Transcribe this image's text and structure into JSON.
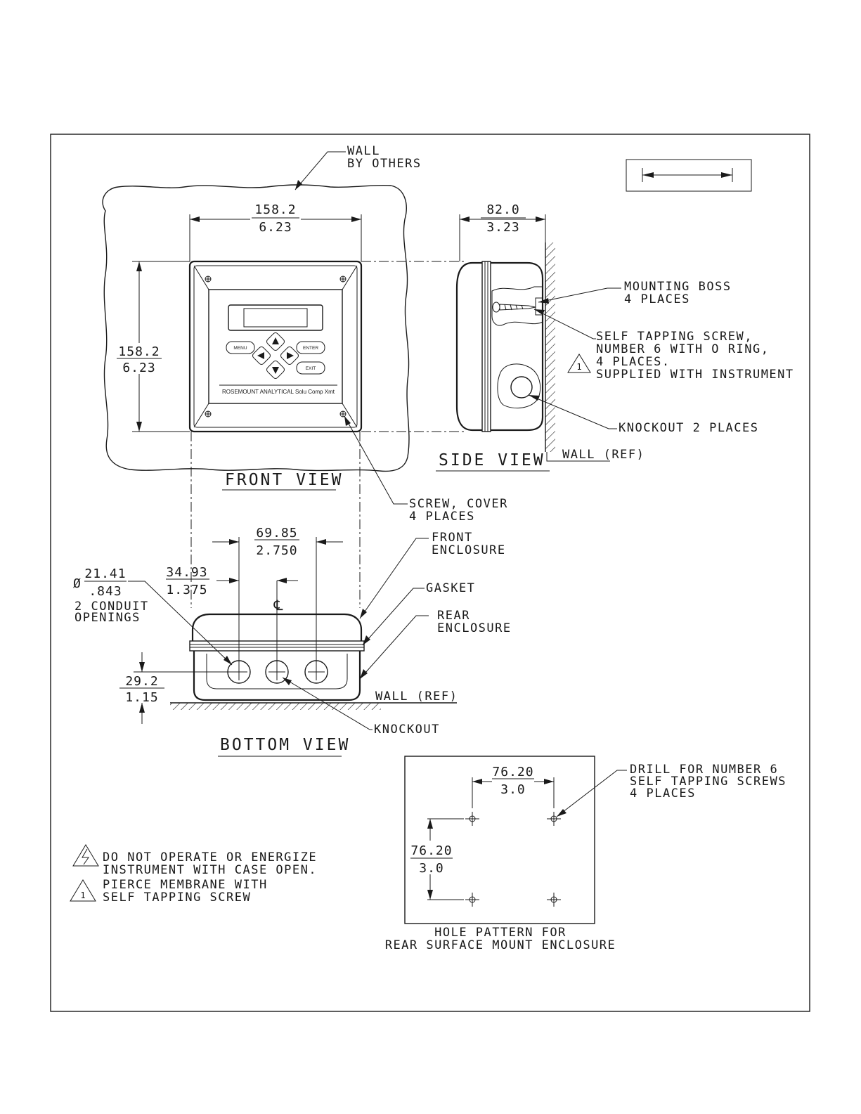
{
  "front_view": {
    "title": "FRONT VIEW",
    "wall_label": [
      "WALL",
      "BY OTHERS"
    ],
    "width_mm": "158.2",
    "width_in": "6.23",
    "height_mm": "158.2",
    "height_in": "6.23",
    "screw_cover_label": [
      "SCREW, COVER",
      "4 PLACES"
    ],
    "keypad": {
      "menu": "MENU",
      "enter": "ENTER",
      "exit": "EXIT"
    },
    "brand": "ROSEMOUNT ANALYTICAL",
    "model": "Solu Comp Xmt"
  },
  "side_view": {
    "title": "SIDE VIEW",
    "depth_mm": "82.0",
    "depth_in": "3.23",
    "mounting_boss_label": [
      "MOUNTING BOSS",
      "4 PLACES"
    ],
    "screw_label": [
      "SELF TAPPING SCREW,",
      "NUMBER 6 WITH O RING,",
      "4 PLACES.",
      "SUPPLIED WITH INSTRUMENT"
    ],
    "screw_note_ref": "1",
    "knockout_label": "KNOCKOUT 2 PLACES",
    "wall_ref_label": "WALL (REF)"
  },
  "bottom_view": {
    "title": "BOTTOM VIEW",
    "spacing_mm": "69.85",
    "spacing_in": "2.750",
    "offset_mm": "34.93",
    "offset_in": "1.375",
    "diameter_symbol": "Ø",
    "diameter_mm": "21.41",
    "diameter_in": ".843",
    "conduit_label": [
      "2 CONDUIT",
      "OPENINGS"
    ],
    "centerline_symbol": "℄",
    "height_mm": "29.2",
    "height_in": "1.15",
    "front_enclosure_label": [
      "FRONT",
      "ENCLOSURE"
    ],
    "gasket_label": "GASKET",
    "rear_enclosure_label": [
      "REAR",
      "ENCLOSURE"
    ],
    "wall_ref_label": "WALL (REF)",
    "knockout_label": "KNOCKOUT"
  },
  "hole_pattern": {
    "horizontal_mm": "76.20",
    "horizontal_in": "3.0",
    "vertical_mm": "76.20",
    "vertical_in": "3.0",
    "drill_label": [
      "DRILL FOR NUMBER 6",
      "SELF TAPPING SCREWS",
      "4 PLACES"
    ],
    "caption": [
      "HOLE PATTERN FOR",
      "REAR SURFACE MOUNT ENCLOSURE"
    ]
  },
  "notes": {
    "shock_note": [
      "DO NOT OPERATE OR ENERGIZE",
      "INSTRUMENT WITH CASE OPEN."
    ],
    "note_1_ref": "1",
    "note_1": [
      "PIERCE MEMBRANE WITH",
      "SELF TAPPING SCREW"
    ]
  }
}
